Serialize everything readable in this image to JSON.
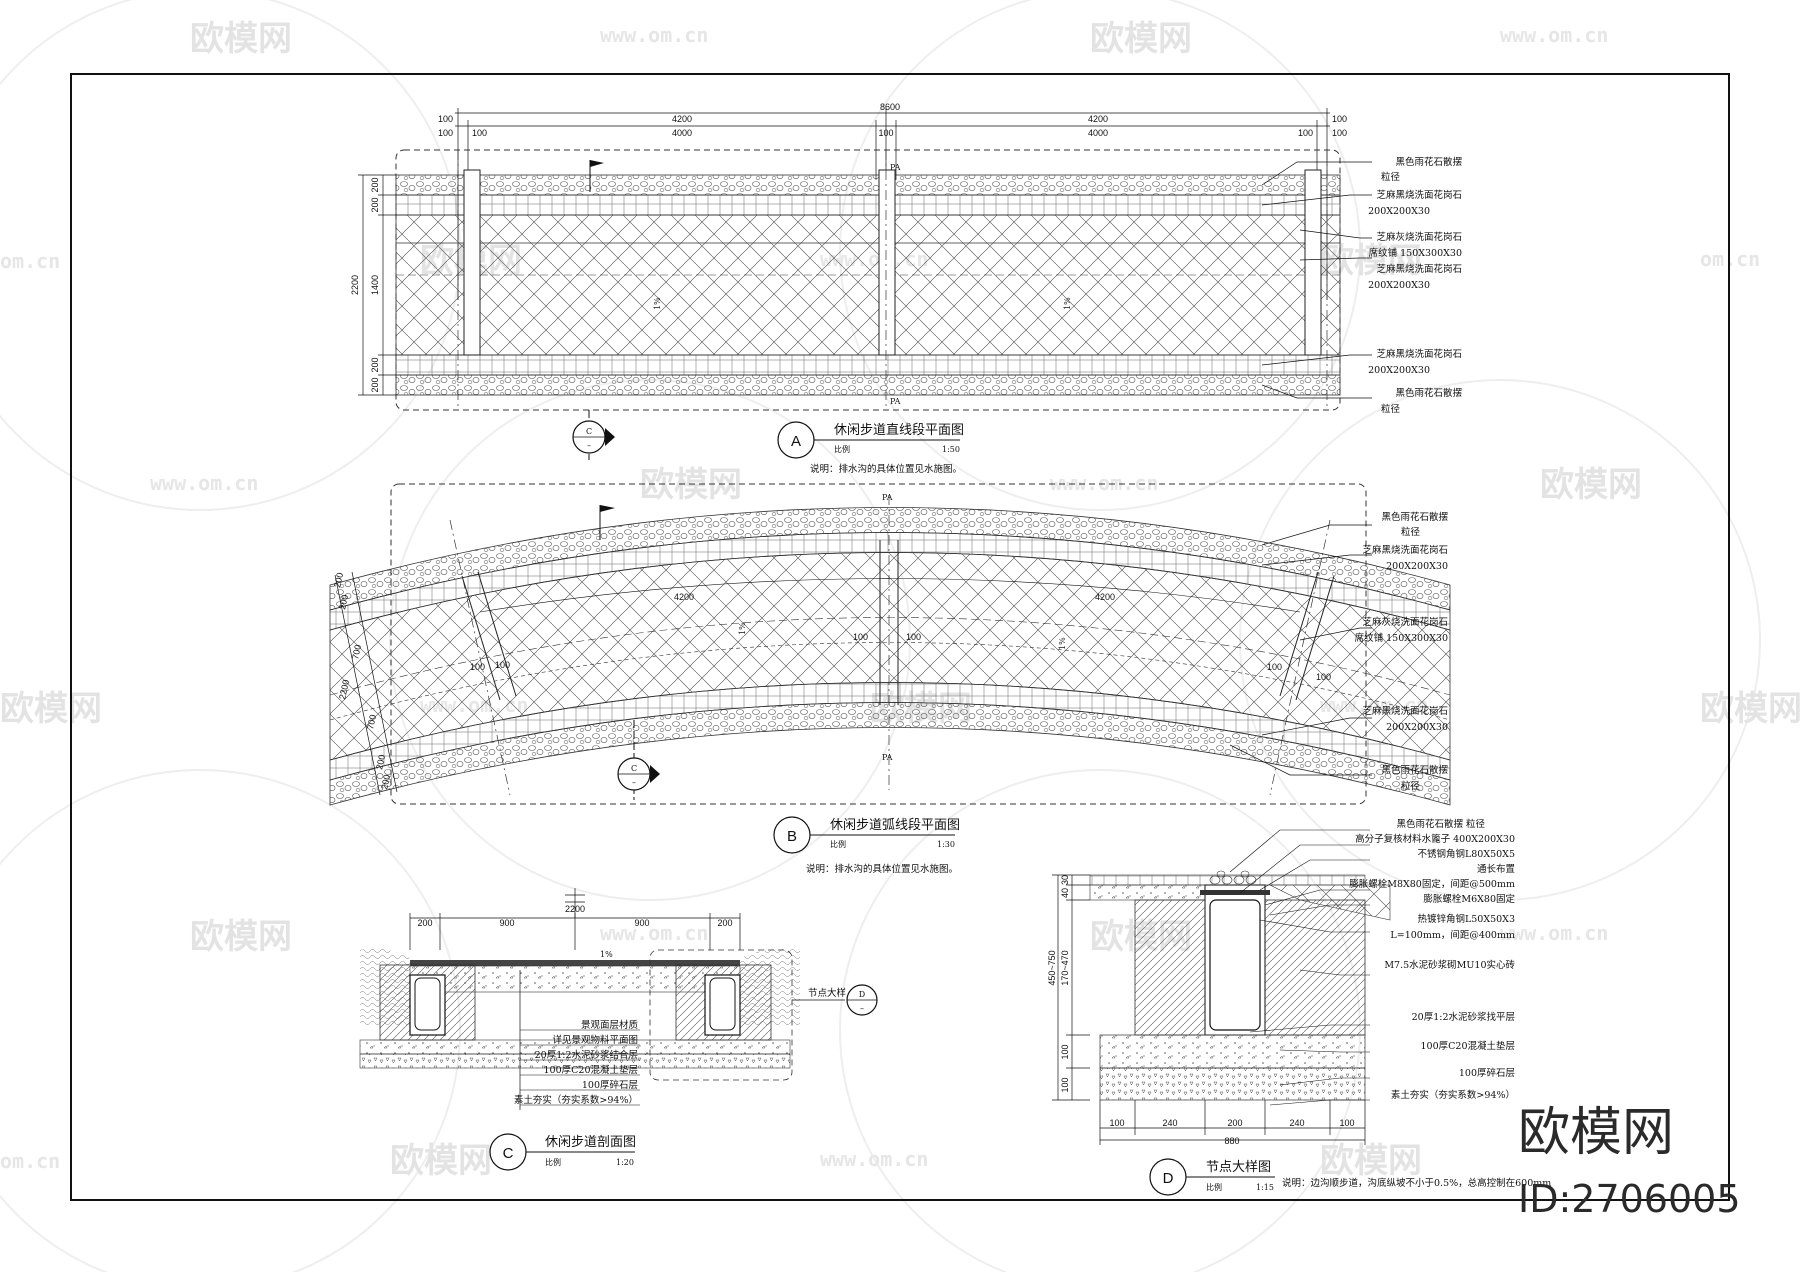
{
  "watermark": {
    "brand": "欧模网",
    "url": "www.om.cn",
    "url_short": "om.cn"
  },
  "brand": {
    "name": "欧模网",
    "id": "ID:2706005"
  },
  "plan_a": {
    "tag": "A",
    "title": "休闲步道直线段平面图",
    "scale_label": "比例",
    "scale": "1:50",
    "note": "说明：排水沟的具体位置见水施图。",
    "dims_top": [
      "100",
      "4200",
      "8600",
      "4200",
      "100"
    ],
    "dims_second": [
      "100",
      "100",
      "4000",
      "100",
      "4000",
      "100",
      "100"
    ],
    "dims_left": [
      "200",
      "200",
      "2200",
      "1400",
      "200",
      "200"
    ],
    "slope": "1%",
    "section_mark": "C",
    "axis_top": "PA",
    "axis_bottom": "PA",
    "callouts": [
      {
        "l1": "黑色雨花石散摆",
        "l2": "粒径"
      },
      {
        "l1": "芝麻黑烧洗面花岗石",
        "l2": "200X200X30"
      },
      {
        "l1": "芝麻灰烧洗面花岗石",
        "l2": "席纹铺 150X300X30"
      },
      {
        "l1": "芝麻黑烧洗面花岗石",
        "l2": "200X200X30"
      },
      {
        "l1": "芝麻黑烧洗面花岗石",
        "l2": "200X200X30"
      },
      {
        "l1": "黑色雨花石散摆",
        "l2": "粒径"
      }
    ]
  },
  "plan_b": {
    "tag": "B",
    "title": "休闲步道弧线段平面图",
    "scale_label": "比例",
    "scale": "1:30",
    "note": "说明：排水沟的具体位置见水施图。",
    "arc_dims": [
      "4200",
      "4200"
    ],
    "dims_inner": [
      "100",
      "100",
      "100",
      "100",
      "100",
      "100"
    ],
    "dims_left": [
      "200",
      "200",
      "700",
      "2200",
      "700",
      "200",
      "200"
    ],
    "slope": "1%",
    "section_mark": "C",
    "axis_top": "PA",
    "axis_bottom": "PA",
    "callouts": [
      {
        "l1": "黑色雨花石散摆",
        "l2": "粒径"
      },
      {
        "l1": "芝麻黑烧洗面花岗石",
        "l2": "200X200X30"
      },
      {
        "l1": "芝麻灰烧洗面花岗石",
        "l2": "席纹铺 150X300X30"
      },
      {
        "l1": "芝麻黑烧洗面花岗石",
        "l2": "200X200X30"
      },
      {
        "l1": "黑色雨花石散摆",
        "l2": "粒径"
      }
    ]
  },
  "section_c": {
    "tag": "C",
    "title": "休闲步道剖面图",
    "scale_label": "比例",
    "scale": "1:20",
    "dims_total": "2200",
    "dims": [
      "200",
      "900",
      "900",
      "200"
    ],
    "slope": "1%",
    "detail_ref_label": "节点大样",
    "detail_ref_tag": "D",
    "layers": [
      "景观面层材质",
      "详见景观物料平面图",
      "20厚1:2水泥砂浆结合层",
      "100厚C20混凝土垫层",
      "100厚碎石层",
      "素土夯实（夯实系数>94%）"
    ]
  },
  "detail_d": {
    "tag": "D",
    "title": "节点大样图",
    "scale_label": "比例",
    "scale": "1:15",
    "note": "说明：边沟顺步道，沟底纵坡不小于0.5%，总高控制在600mm",
    "dims_left": [
      "30",
      "40",
      "170~470",
      "450~750",
      "100",
      "100"
    ],
    "dims_bottom": [
      "100",
      "240",
      "200",
      "240",
      "100"
    ],
    "dims_total": "880",
    "callouts": [
      "黑色雨花石散摆 粒径",
      "高分子复核材料水篦子 400X200X30",
      "不锈钢角钢L80X50X5",
      "通长布置",
      "膨胀螺栓M8X80固定，间距@500mm",
      "膨胀螺栓M6X80固定",
      "热镀锌角钢L50X50X3",
      "L=100mm，间距@400mm",
      "M7.5水泥砂浆砌MU10实心砖",
      "20厚1:2水泥砂浆找平层",
      "100厚C20混凝土垫层",
      "100厚碎石层",
      "素土夯实（夯实系数>94%）"
    ]
  }
}
